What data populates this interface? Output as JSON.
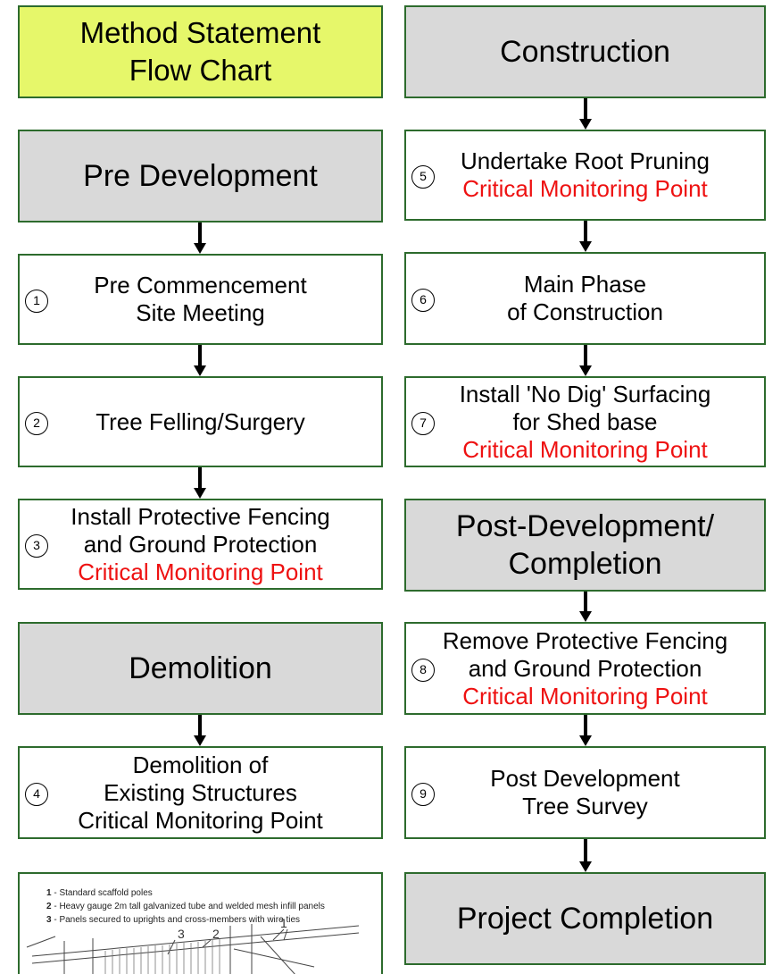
{
  "title": {
    "line1": "Method Statement",
    "line2": "Flow Chart"
  },
  "phases": {
    "pre_development": "Pre Development",
    "demolition": "Demolition",
    "construction": "Construction",
    "post_development_line1": "Post-Development/",
    "post_development_line2": "Completion",
    "project_completion": "Project Completion"
  },
  "critical_label": "Critical Monitoring Point",
  "steps": [
    {
      "num": "1",
      "line1": "Pre Commencement",
      "line2": "Site Meeting"
    },
    {
      "num": "2",
      "line1": "Tree  Felling/Surgery"
    },
    {
      "num": "3",
      "line1": "Install Protective Fencing",
      "line2": "and Ground Protection",
      "critical": "Critical Monitoring Point"
    },
    {
      "num": "4",
      "line1": "Demolition of",
      "line2": "Existing Structures",
      "critical": "Critical Monitoring Point"
    },
    {
      "num": "5",
      "line1": "Undertake Root Pruning",
      "critical": "Critical Monitoring Point"
    },
    {
      "num": "6",
      "line1": "Main Phase",
      "line2": "of Construction"
    },
    {
      "num": "7",
      "line1": "Install 'No Dig' Surfacing",
      "line2": "for Shed base",
      "critical": "Critical Monitoring Point"
    },
    {
      "num": "8",
      "line1": "Remove Protective Fencing",
      "line2": "and Ground Protection",
      "critical": "Critical Monitoring Point"
    },
    {
      "num": "9",
      "line1": "Post Development",
      "line2": "Tree Survey"
    }
  ],
  "fence_legend": [
    {
      "num": "1",
      "text": " - Standard scaffold poles"
    },
    {
      "num": "2",
      "text": " - Heavy gauge 2m tall galvanized tube and welded mesh infill panels"
    },
    {
      "num": "3",
      "text": " - Panels secured to uprights and cross-members with wire ties"
    }
  ],
  "fence_callouts": [
    "3",
    "2",
    "1"
  ],
  "colors": {
    "box_border": "#2d6b2d",
    "phase_fill": "#d9d9d9",
    "title_fill": "#e6f76a",
    "critical_text": "#ee1111"
  }
}
